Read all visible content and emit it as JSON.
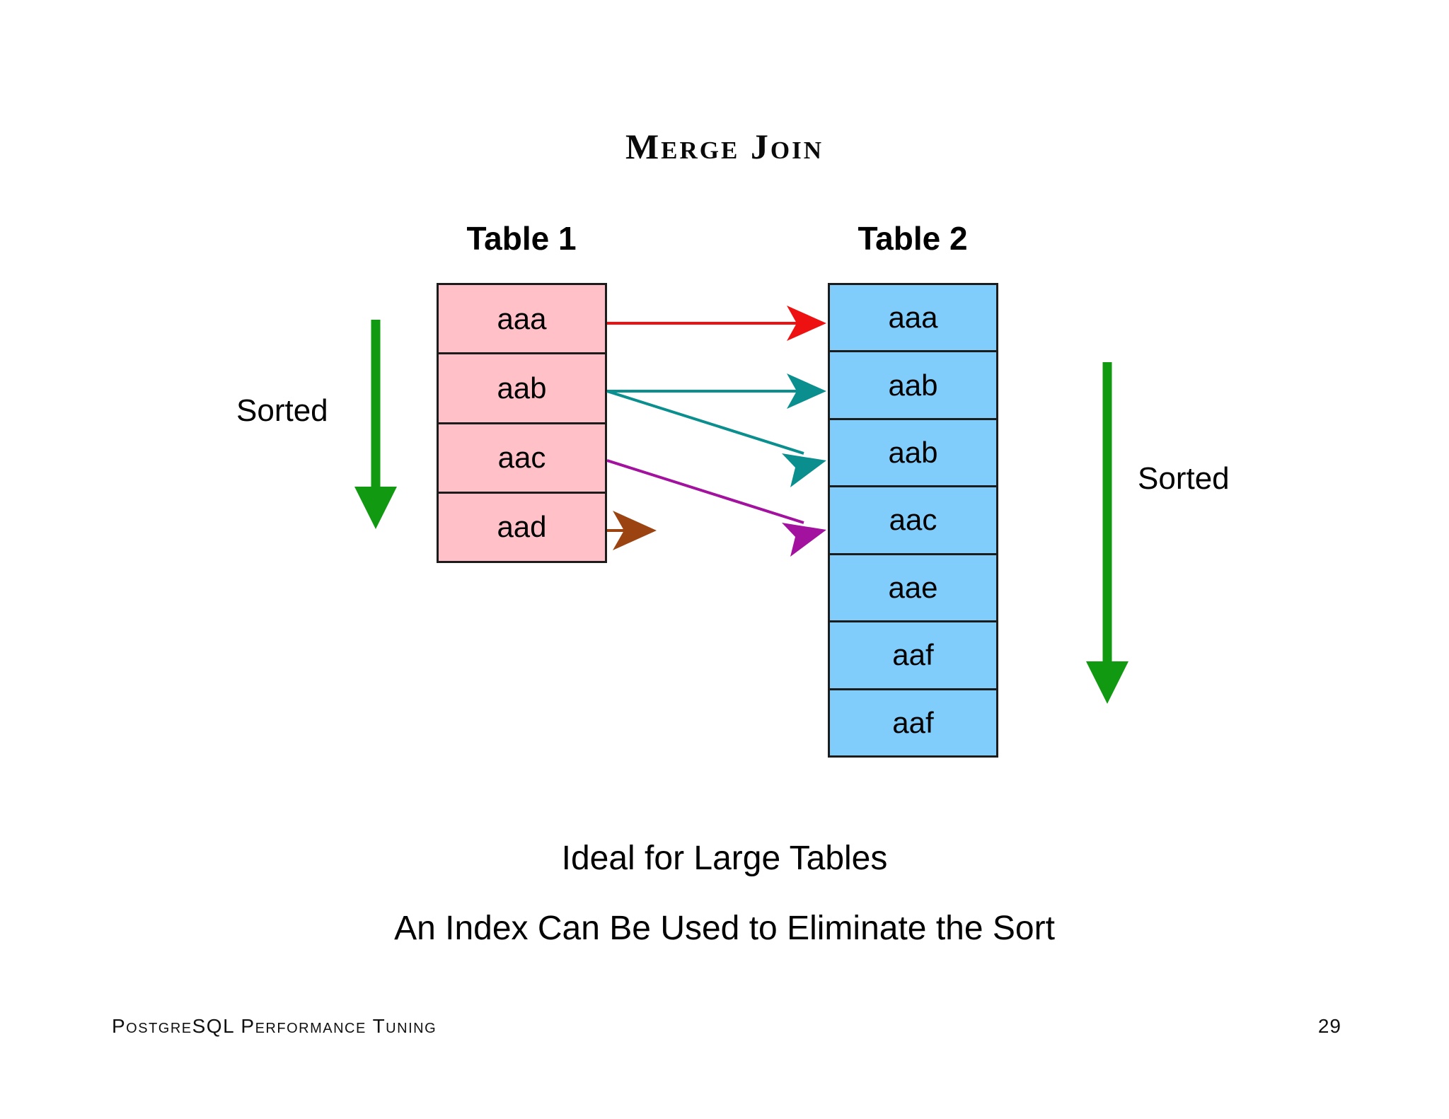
{
  "slide": {
    "title": "Merge Join",
    "page_number": "29",
    "footer": "PostgreSQL Performance Tuning"
  },
  "tables": [
    {
      "caption": "Table 1",
      "color": "#ffc0c8",
      "rows": [
        "aaa",
        "aab",
        "aac",
        "aad"
      ]
    },
    {
      "caption": "Table 2",
      "color": "#80ccfa",
      "rows": [
        "aaa",
        "aab",
        "aab",
        "aac",
        "aae",
        "aaf",
        "aaf"
      ]
    }
  ],
  "sorted_markers": [
    {
      "label": "Sorted",
      "side": "left",
      "color": "#119911"
    },
    {
      "label": "Sorted",
      "side": "right",
      "color": "#119911"
    }
  ],
  "join_arrows": [
    {
      "name": "aaa-to-aaa",
      "color": "#ee1111",
      "from_row": "aaa",
      "to_row": "aaa"
    },
    {
      "name": "aab-to-aab-first",
      "color": "#0b8e8e",
      "from_row": "aab",
      "to_row": "aab"
    },
    {
      "name": "aab-to-aab-second",
      "color": "#0b8e8e",
      "from_row": "aab",
      "to_row": "aab"
    },
    {
      "name": "aac-to-aac",
      "color": "#a2129e",
      "from_row": "aac",
      "to_row": "aac"
    },
    {
      "name": "aad-unmatched",
      "color": "#9b4311",
      "from_row": "aad",
      "to_row": ""
    }
  ],
  "notes": [
    "Ideal for Large Tables",
    "An Index Can Be Used to Eliminate the Sort"
  ]
}
